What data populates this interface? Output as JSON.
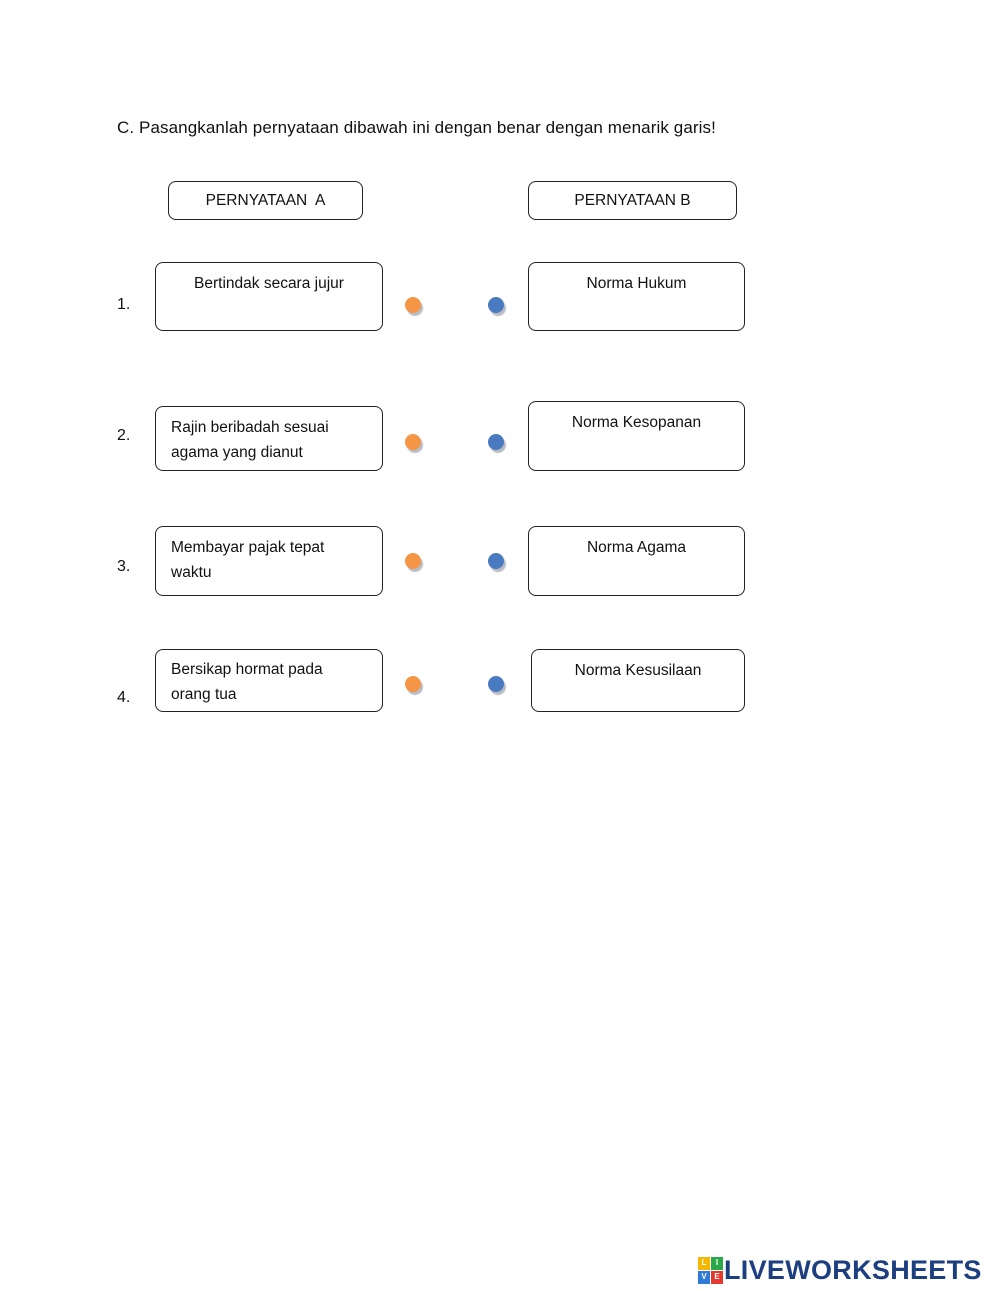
{
  "instruction": "C. Pasangkanlah pernyataan dibawah ini dengan benar dengan menarik garis!",
  "headers": {
    "a": "PERNYATAAN  A",
    "b": "PERNYATAAN B"
  },
  "rows": [
    {
      "number": "1.",
      "a": "Bertindak secara jujur",
      "b": "Norma Hukum"
    },
    {
      "number": "2.",
      "a": "Rajin beribadah sesuai agama yang dianut",
      "b": "Norma Kesopanan"
    },
    {
      "number": "3.",
      "a": "Membayar pajak tepat waktu",
      "b": "Norma Agama"
    },
    {
      "number": "4.",
      "a": "Bersikap hormat pada orang tua",
      "b": "Norma Kesusilaan"
    }
  ],
  "colors": {
    "dot_a": "#f59546",
    "dot_b": "#4a7bc0",
    "brand": "#1d3f7f"
  },
  "brand": {
    "text": "LIVEWORKSHEETS",
    "icon_letters": [
      "L",
      "I",
      "V",
      "E"
    ]
  }
}
